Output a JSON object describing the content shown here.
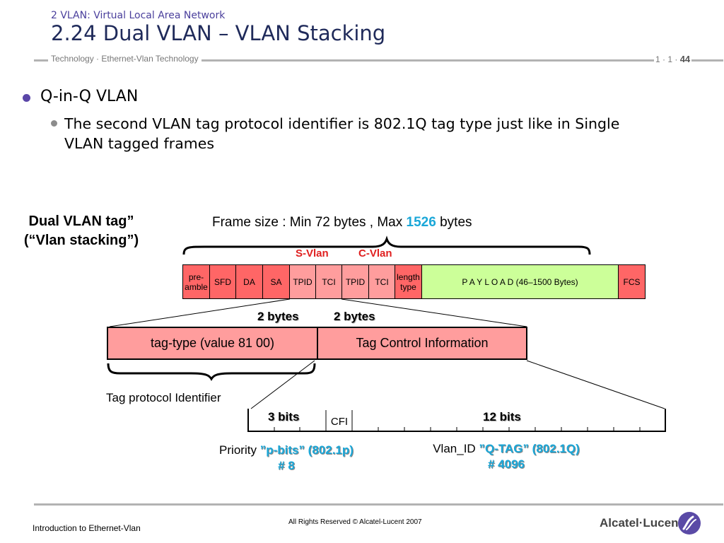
{
  "header": {
    "subtitle": "2 VLAN: Virtual Local Area Network",
    "title": "2.24 Dual VLAN – VLAN Stacking",
    "breadcrumb": "Technology · Ethernet-Vlan Technology",
    "page_prefix": "1 · 1 ·",
    "page_number": "44"
  },
  "bullets": {
    "level1": "Q-in-Q VLAN",
    "level2": "The second VLAN tag protocol identifier is 802.1Q tag type just like in Single VLAN tagged frames"
  },
  "diagram": {
    "dual_label_line1": "Dual VLAN tag”",
    "dual_label_line2": "(“Vlan stacking”)",
    "frame_size_prefix": "Frame size : Min 72 bytes , Max",
    "frame_size_max": "1526",
    "frame_size_suffix": "bytes",
    "s_vlan": "S-Vlan",
    "c_vlan": "C-Vlan",
    "fields": [
      {
        "label": "pre-amble",
        "color": "red"
      },
      {
        "label": "SFD",
        "color": "red"
      },
      {
        "label": "DA",
        "color": "red"
      },
      {
        "label": "SA",
        "color": "red"
      },
      {
        "label": "TPID",
        "color": "pink"
      },
      {
        "label": "TCI",
        "color": "pink"
      },
      {
        "label": "TPID",
        "color": "pink"
      },
      {
        "label": "TCI",
        "color": "pink"
      },
      {
        "label": "length type",
        "color": "red"
      },
      {
        "label": "P A Y L O A D (46–1500 Bytes)",
        "color": "green"
      },
      {
        "label": "FCS",
        "color": "red"
      }
    ],
    "bytes_left": "2 bytes",
    "bytes_right": "2 bytes",
    "tag_type": "tag-type (value 81 00)",
    "tag_control": "Tag Control Information",
    "tpid_caption": "Tag protocol Identifier",
    "bits_3": "3 bits",
    "cfi": "CFI",
    "bits_12": "12 bits",
    "priority_word": "Priority",
    "priority_tag": "”p-bits” (802.1p)",
    "priority_count": "# 8",
    "vlan_word": "Vlan_ID",
    "vlan_tag": "”Q-TAG” (802.1Q)",
    "vlan_count": "# 4096"
  },
  "footer": {
    "left": "Introduction to Ethernet-Vlan",
    "center": "All Rights Reserved © Alcatel-Lucent 2007",
    "logo": "Alcatel·Lucent"
  },
  "colors": {
    "red": "#ff6666",
    "pink": "#ff9d9d",
    "green": "#ccff99",
    "accent_cyan": "#1aa7d8",
    "vlan_red": "#e02020",
    "bullet_purple": "#5a46a8"
  }
}
